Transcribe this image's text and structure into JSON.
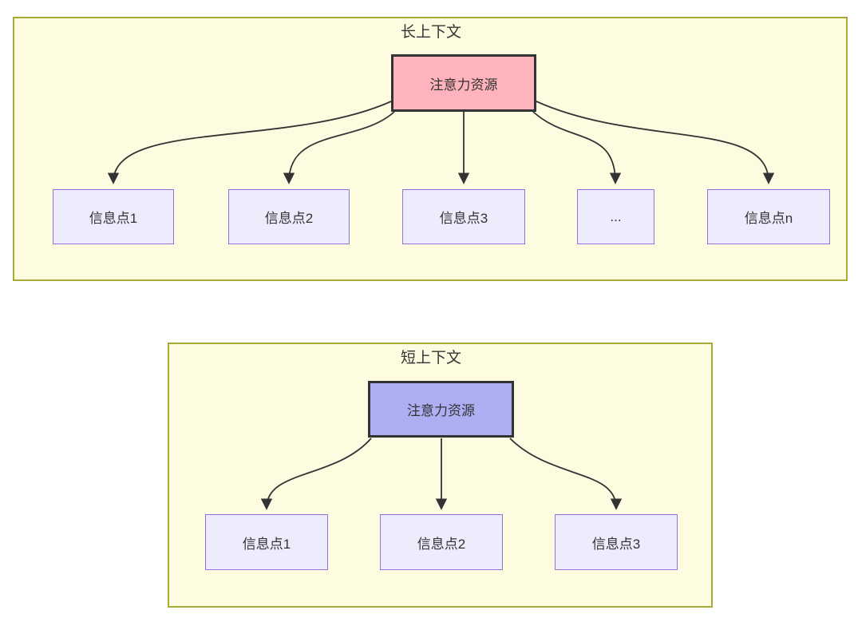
{
  "colors": {
    "page_background": "#ffffff",
    "container_background": "#fdfce1",
    "container_border": "#a8aa35",
    "long_root_fill": "#ffb3bd",
    "short_root_fill": "#aeaef2",
    "info_node_fill": "#ececfc",
    "info_node_border": "#9370db",
    "root_border": "#333333",
    "arrow_stroke": "#333333",
    "text": "#333333"
  },
  "long_context": {
    "title": "长上下文",
    "root": "注意力资源",
    "nodes": [
      "信息点1",
      "信息点2",
      "信息点3",
      "...",
      "信息点n"
    ]
  },
  "short_context": {
    "title": "短上下文",
    "root": "注意力资源",
    "nodes": [
      "信息点1",
      "信息点2",
      "信息点3"
    ]
  }
}
